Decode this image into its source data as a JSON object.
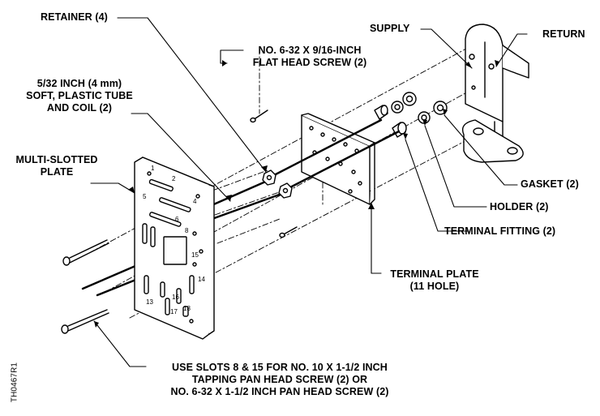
{
  "labels": {
    "retainer": "RETAINER (4)",
    "screw_short_l1": "NO. 6-32 X 9/16-INCH",
    "screw_short_l2": "FLAT HEAD SCREW (2)",
    "tube_l1": "5/32 INCH (4 mm)",
    "tube_l2": "SOFT, PLASTIC TUBE",
    "tube_l3": "AND COIL (2)",
    "multi_l1": "MULTI-SLOTTED",
    "multi_l2": "PLATE",
    "supply": "SUPPLY",
    "return": "RETURN",
    "gasket": "GASKET (2)",
    "holder": "HOLDER (2)",
    "terminal_fitting": "TERMINAL FITTING (2)",
    "terminal_plate_l1": "TERMINAL PLATE",
    "terminal_plate_l2": "(11 HOLE)",
    "slots_l1": "USE SLOTS 8 & 15 FOR NO. 10 X 1-1/2 INCH",
    "slots_l2": "TAPPING PAN HEAD SCREW (2) OR",
    "slots_l3": "NO. 6-32 X 1-1/2 INCH PAN HEAD SCREW (2)",
    "doc_id": "TH0467R1"
  },
  "slot_numbers": [
    "1",
    "2",
    "4",
    "5",
    "6",
    "8",
    "13",
    "14",
    "15",
    "16",
    "17",
    "18"
  ]
}
